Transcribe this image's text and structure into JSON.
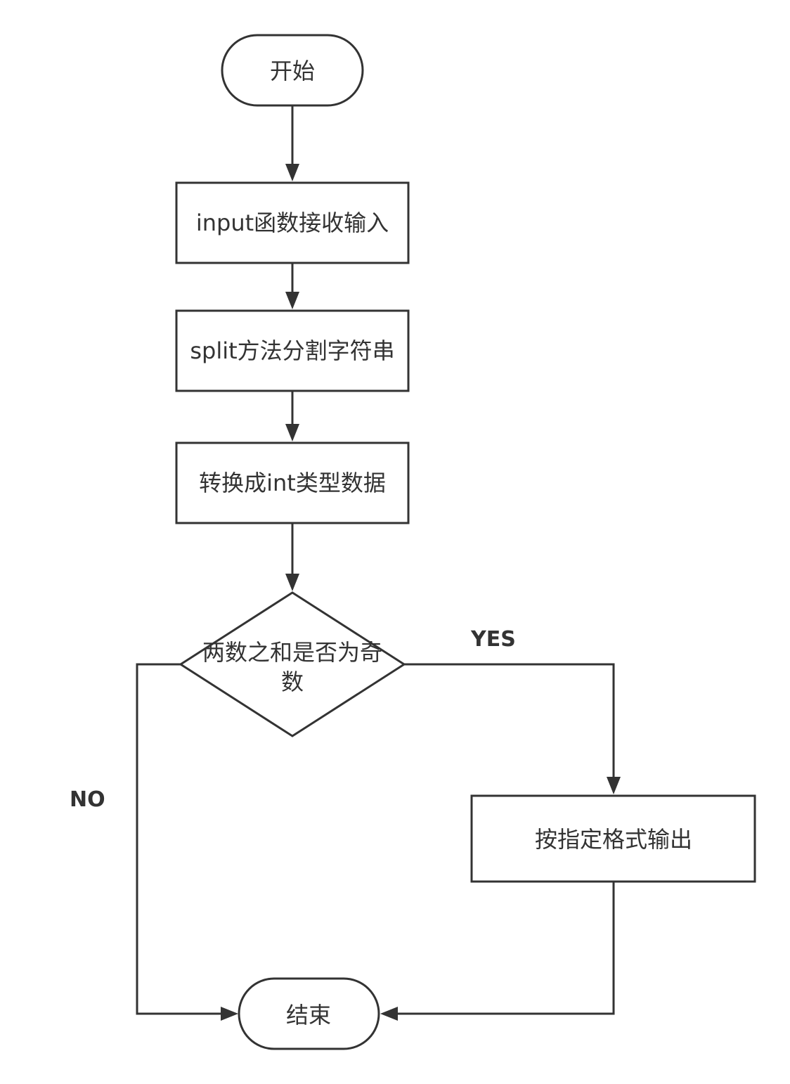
{
  "colors": {
    "stroke": "#333333",
    "text": "#333333",
    "background": "#ffffff"
  },
  "nodes": {
    "start": "开始",
    "input": "input函数接收输入",
    "split": "split方法分割字符串",
    "convert": "转换成int类型数据",
    "decision_line1": "两数之和是否为奇",
    "decision_line2": "数",
    "output": "按指定格式输出",
    "end": "结束"
  },
  "edges": {
    "yes_label": "YES",
    "no_label": "NO"
  }
}
